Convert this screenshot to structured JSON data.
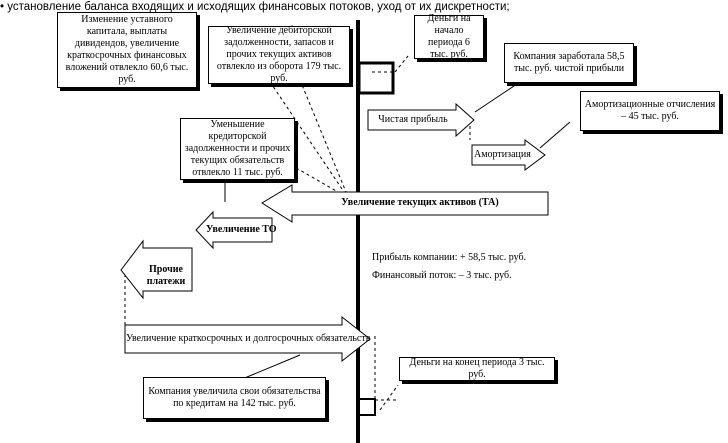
{
  "header": "• установление баланса входящих и исходящих финансовых потоков, уход от их дискретности;",
  "boxes": {
    "capital": "Изменение уставного капитала, выплаты дивидендов, увеличение краткосрочных финансовых вложений отвлекло 60,6 тыс. руб.",
    "receivables": "Увеличение дебиторской задолженности, запасов и прочих текущих активов отвлекло из оборота 179 тыс. руб.",
    "money_start": "Деньги на начало периода 6 тыс. руб.",
    "earned": "Компания заработала 58,5 тыс. руб. чистой прибыли",
    "depreciation": "Амортизационные отчисления – 45 тыс. руб.",
    "payables": "Уменьшение кредиторской задолженности и прочих текущих обязательств отвлекло 11 тыс. руб.",
    "money_end": "Деньги на конец периода 3 тыс. руб.",
    "increased_liab": "Компания увеличила свои обязательства по кредитам на 142 тыс. руб."
  },
  "arrows": {
    "net_profit": "Чистая прибыль",
    "amortization": "Амортизация",
    "current_assets": "Увеличение текущих активов (ТА)",
    "working_capital": "Увеличение ТО",
    "other_payments": "Прочие платежи",
    "liabilities": "Увеличение краткосрочных и долгосрочных обязательств"
  },
  "summary": {
    "profit": "Прибыль компании: + 58,5 тыс. руб.",
    "flow": "Финансовый поток: – 3 тыс. руб."
  }
}
